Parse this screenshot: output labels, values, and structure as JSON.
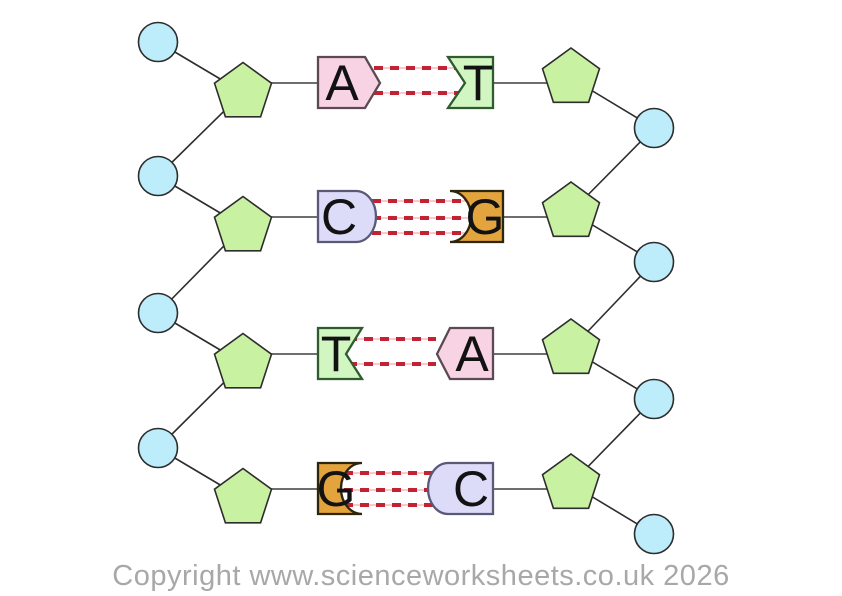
{
  "diagram": {
    "description": "DNA double strand segment with sugar-phosphate backbones and complementary base pairs",
    "pairs": [
      {
        "left": "A",
        "right": "T",
        "hydrogen_bonds": 2
      },
      {
        "left": "C",
        "right": "G",
        "hydrogen_bonds": 3
      },
      {
        "left": "T",
        "right": "A",
        "hydrogen_bonds": 2
      },
      {
        "left": "G",
        "right": "C",
        "hydrogen_bonds": 3
      }
    ],
    "base_styles": {
      "A": {
        "fill": "#f8d3e4",
        "stroke": "#5d4954"
      },
      "T": {
        "fill": "#d2f6c2",
        "stroke": "#2e5c2e"
      },
      "C": {
        "fill": "#dcdcf8",
        "stroke": "#5a5a78"
      },
      "G": {
        "fill": "#e3a33d",
        "stroke": "#2e250d"
      }
    },
    "letter_color": "#121212",
    "backbone": {
      "phosphate_fill": "#bdedfa",
      "sugar_fill": "#c8f1a2",
      "outline": "#2d2d2d",
      "connector": "#6e6e6e"
    },
    "bond": {
      "dash_color": "#c22231",
      "underlay_color": "#f2aab6"
    }
  },
  "footer": {
    "copyright": "Copyright www.scienceworksheets.co.uk 2026",
    "color": "#a8a8a8"
  }
}
